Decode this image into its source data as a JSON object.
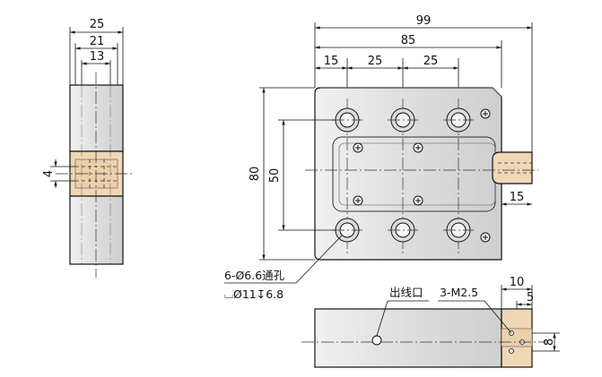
{
  "colors": {
    "body_fill": "#e6e6e6",
    "body_shade": "#bdbdbd",
    "brass_fill": "#f0d7b6",
    "brass_dark": "#d9b58a",
    "line": "#111111"
  },
  "side_view": {
    "dim_overall_width": "25",
    "dim_middle_width": "21",
    "dim_inner_width": "13",
    "dim_height": "4"
  },
  "top_view": {
    "dim_total_length": "99",
    "dim_body_length": "85",
    "dim_left_offset": "15",
    "dim_pitch_1": "25",
    "dim_pitch_2": "25",
    "dim_height": "80",
    "dim_row_spacing": "50",
    "dim_connector": "15"
  },
  "notes": {
    "hole_callout_line1": "6-Ø6.6通孔",
    "hole_callout_line2": "⌴Ø11↧6.8",
    "cable_exit": "出线口",
    "thread_callout": "3-M2.5"
  },
  "front_view": {
    "dim_width_10": "10",
    "dim_width_5": "5",
    "dim_height_8": "8"
  },
  "icons": [
    "counterbore-hole-icon",
    "phillips-screw-icon",
    "center-mark-icon"
  ]
}
